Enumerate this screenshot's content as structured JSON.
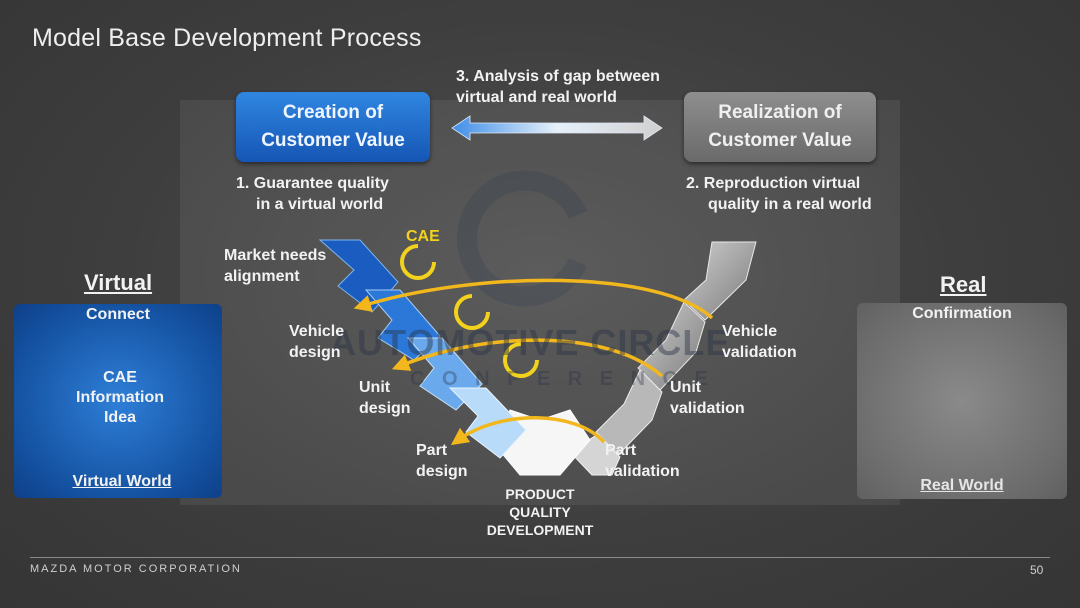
{
  "slide": {
    "title": "Model Base Development Process",
    "footer": "MAZDA MOTOR CORPORATION",
    "page_number": "50"
  },
  "top": {
    "analysis_line1": "3. Analysis of gap between",
    "analysis_line2": "virtual and real world",
    "creation_line1": "Creation of",
    "creation_line2": "Customer Value",
    "realization_line1": "Realization of",
    "realization_line2": "Customer Value",
    "guarantee_line1": "1. Guarantee quality",
    "guarantee_line2": "in a virtual world",
    "reproduction_line1": "2. Reproduction virtual",
    "reproduction_line2": "quality in a real world"
  },
  "v_diagram": {
    "cae": "CAE",
    "market_line1": "Market needs",
    "market_line2": "alignment",
    "vehicle_design_line1": "Vehicle",
    "vehicle_design_line2": "design",
    "unit_design_line1": "Unit",
    "unit_design_line2": "design",
    "part_design_line1": "Part",
    "part_design_line2": "design",
    "vehicle_validation_line1": "Vehicle",
    "vehicle_validation_line2": "validation",
    "unit_validation_line1": "Unit",
    "unit_validation_line2": "validation",
    "part_validation_line1": "Part",
    "part_validation_line2": "validation",
    "product_line1": "PRODUCT",
    "product_line2": "QUALITY",
    "product_line3": "DEVELOPMENT",
    "colors": {
      "blue_dark": "#1a5cc0",
      "blue_light": "#8fc3f5",
      "grey": "#9a9a9a",
      "arrow": "#f2b71c"
    }
  },
  "virtual": {
    "heading": "Virtual",
    "connect": "Connect",
    "center_line1": "CAE",
    "center_line2": "Information",
    "center_line3": "Idea",
    "world": "Virtual World"
  },
  "real": {
    "heading": "Real",
    "confirmation": "Confirmation",
    "world": "Real World"
  },
  "watermark": {
    "line1": "AUTOMOTIVE CIRCLE",
    "line2": "C O N F E R E N C E"
  }
}
